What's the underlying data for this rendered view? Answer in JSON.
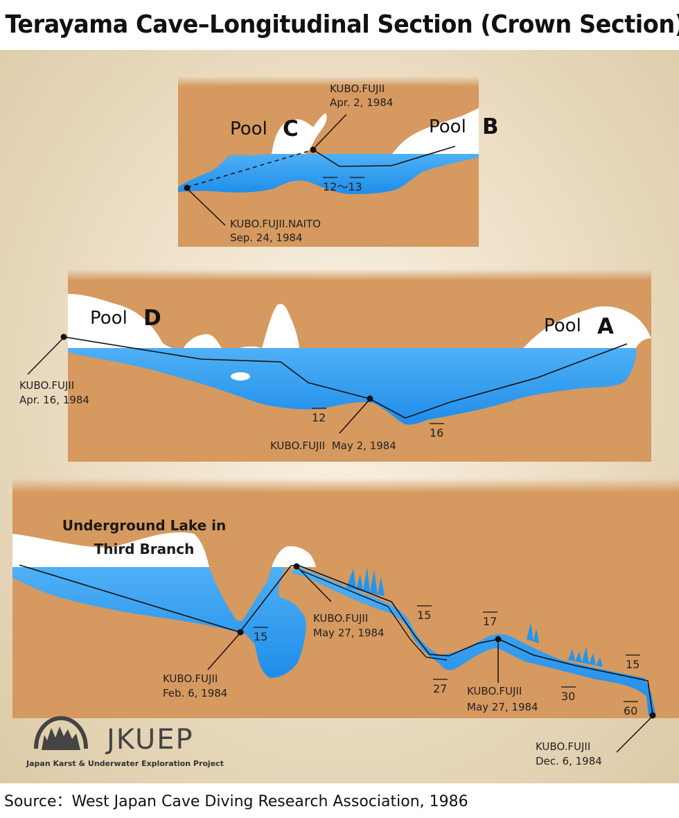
{
  "title": "Terayama Cave–Longitudinal Section (Crown Section)",
  "colors": {
    "rock": "#d6995f",
    "water": "#2196ee",
    "air": "#ffffff"
  },
  "panel1": {
    "pool_c_word": "Pool",
    "pool_c_letter": "C",
    "pool_b_word": "Pool",
    "pool_b_letter": "B",
    "depth": "12〜13",
    "label_top_1": "KUBO.FUJII",
    "label_top_2": "Apr. 2, 1984",
    "label_bottom_1": "KUBO.FUJII.NAITO",
    "label_bottom_2": "Sep. 24, 1984"
  },
  "panel2": {
    "pool_d_word": "Pool",
    "pool_d_letter": "D",
    "pool_a_word": "Pool",
    "pool_a_letter": "A",
    "depth_left": "12",
    "depth_right": "16",
    "label_left_1": "KUBO.FUJII",
    "label_left_2": "Apr. 16, 1984",
    "label_mid": "KUBO.FUJII  May 2, 1984"
  },
  "panel3": {
    "lake_title_1": "Underground Lake in",
    "lake_title_2": "Third Branch",
    "depths": {
      "d1": "15",
      "d2": "15",
      "d3": "17",
      "d4": "27",
      "d5": "30",
      "d6": "15",
      "d7": "60"
    },
    "label_feb_1": "KUBO.FUJII",
    "label_feb_2": "Feb. 6, 1984",
    "label_may_a_1": "KUBO.FUJII",
    "label_may_a_2": "May 27, 1984",
    "label_may_b_1": "KUBO.FUJII",
    "label_may_b_2": "May 27, 1984",
    "label_dec_1": "KUBO.FUJII",
    "label_dec_2": "Dec. 6, 1984"
  },
  "logo": {
    "name": "JKUEP",
    "subtitle": "Japan Karst & Underwater Exploration Project"
  },
  "source": "Source：West Japan Cave Diving Research Association, 1986"
}
